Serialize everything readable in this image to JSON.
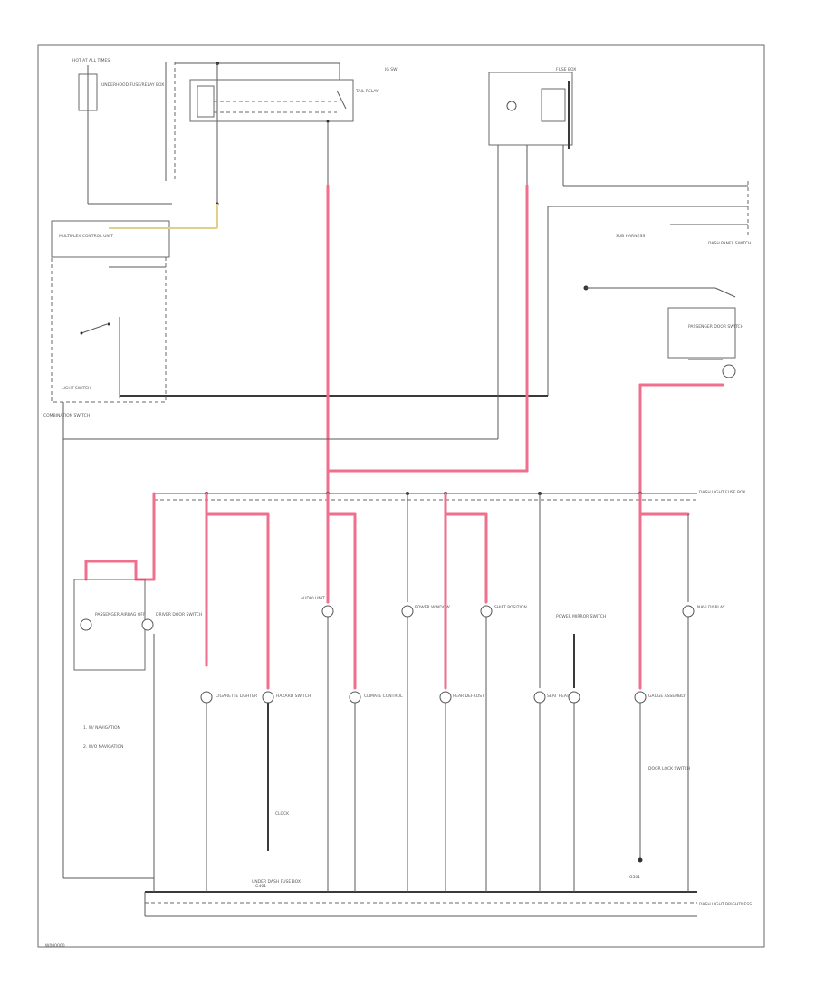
{
  "figure_code": "W000000",
  "colors": {
    "wire": "#5a5a5a",
    "wire_powered": "#f06f8c",
    "wire_yellow": "#e0d08a",
    "background": "#ffffff"
  },
  "labels": {
    "top_left_fuse": "HOT AT ALL TIMES",
    "top_left_block": "UNDERHOOD FUSE/RELAY BOX",
    "taillight_relay": "TAIL RELAY",
    "ignition_switch": "IG SW",
    "top_right_box": "FUSE BOX",
    "right_upper": "SUB HARNESS",
    "right_mid": "DASH PANEL SWITCH",
    "right_lower": "PASSENGER DOOR SWITCH",
    "left_mid_box": "MULTIPLEX CONTROL UNIT",
    "left_lower_switch": "LIGHT SWITCH",
    "combination_switch": "COMBINATION SWITCH",
    "top_junction_label": "DASH LIGHT FUSE BOX",
    "bottom_junction_label": "DASH LIGHT BRIGHTNESS",
    "left_notes_1": "1. W/ NAVIGATION",
    "left_notes_2": "2. W/O NAVIGATION",
    "left_lamp_1": "PASSENGER AIRBAG OFF",
    "left_lamp_2": "DRIVER DOOR SWITCH",
    "lamp_cig": "CIGARETTE LIGHTER",
    "lamp_hazard": "HAZARD SWITCH",
    "lamp_clock": "CLOCK",
    "lamp_audio": "AUDIO UNIT",
    "lamp_ctrl": "CLIMATE CONTROL",
    "lamp_power": "POWER WINDOW",
    "lamp_shift": "SHIFT POSITION",
    "lamp_rear": "REAR DEFROST",
    "lamp_seat": "SEAT HEATER",
    "lamp_mirror": "POWER MIRROR SWITCH",
    "lamp_gauge": "GAUGE ASSEMBLY",
    "lamp_door": "DOOR LOCK SWITCH",
    "lamp_navi": "NAVI DISPLAY",
    "under_dash": "UNDER DASH FUSE BOX",
    "ground_left": "G401",
    "ground_right": "G501"
  }
}
